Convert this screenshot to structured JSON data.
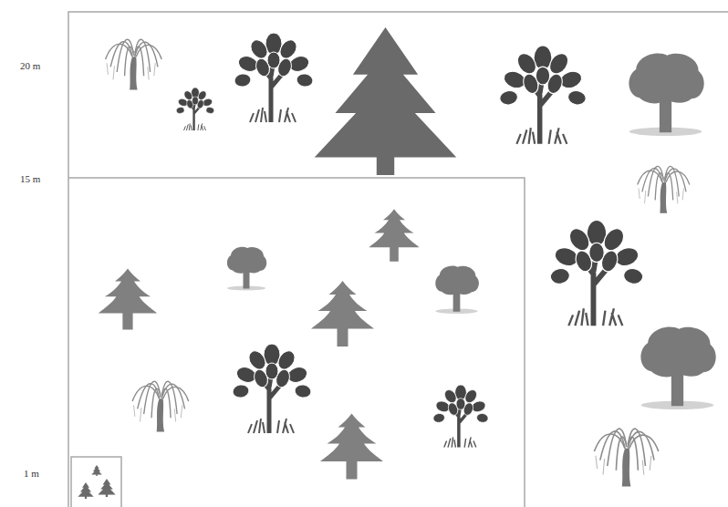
{
  "diagram": {
    "labels": [
      "20 m",
      "15 m",
      "1 m"
    ]
  }
}
